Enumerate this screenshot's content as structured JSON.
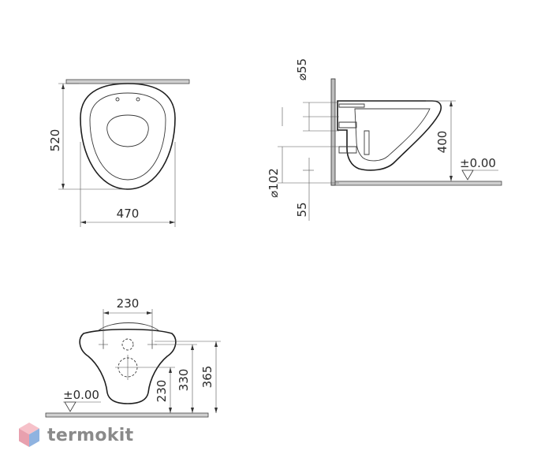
{
  "dimensions": {
    "top_view_width": "470",
    "top_view_depth": "520",
    "side_outlet_diameter": "⌀55",
    "side_inlet_diameter": "⌀102",
    "side_offset": "55",
    "side_height": "400",
    "side_floor_level": "±0.00",
    "front_hole_spacing": "230",
    "front_height_1": "230",
    "front_height_2": "330",
    "front_height_3": "365",
    "front_floor_level": "±0.00"
  },
  "watermark": {
    "brand": "termokit",
    "colors": {
      "light": "#f6c1c9",
      "mid": "#e8a0ae",
      "blue": "#8fb3e0"
    }
  }
}
